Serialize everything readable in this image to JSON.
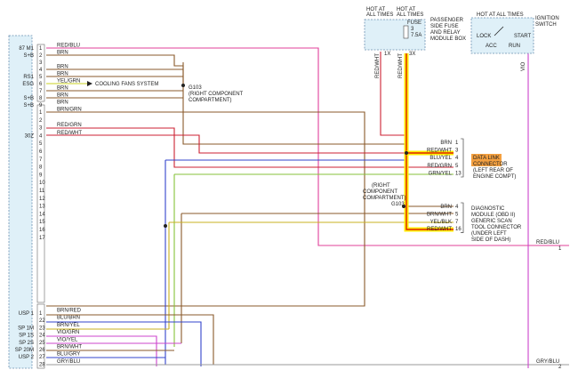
{
  "connector": {
    "pins": [
      {
        "num": "1",
        "label": "87 M1",
        "wire": "RED/BLU"
      },
      {
        "num": "2",
        "label": "S+B",
        "wire": "BRN"
      },
      {
        "num": "3",
        "label": "",
        "wire": ""
      },
      {
        "num": "4",
        "label": "",
        "wire": "BRN"
      },
      {
        "num": "5",
        "label": "RS1",
        "wire": "BRN"
      },
      {
        "num": "6",
        "label": "ESG",
        "wire": "YEL/GRN"
      },
      {
        "num": "7",
        "label": "",
        "wire": "BRN"
      },
      {
        "num": "8",
        "label": "S+B",
        "wire": "BRN"
      },
      {
        "num": "9",
        "label": "S+B",
        "wire": "BRN"
      },
      {
        "num": "1",
        "label": "",
        "wire": "BRN/GRN"
      },
      {
        "num": "2",
        "label": "",
        "wire": ""
      },
      {
        "num": "3",
        "label": "",
        "wire": "RED/GRN"
      },
      {
        "num": "4",
        "label": "30Z",
        "wire": "RED/WHT"
      },
      {
        "num": "5",
        "label": "",
        "wire": ""
      },
      {
        "num": "6",
        "label": "",
        "wire": ""
      },
      {
        "num": "7",
        "label": "",
        "wire": ""
      },
      {
        "num": "8",
        "label": "",
        "wire": ""
      },
      {
        "num": "9",
        "label": "",
        "wire": ""
      },
      {
        "num": "10",
        "label": "",
        "wire": ""
      },
      {
        "num": "11",
        "label": "",
        "wire": ""
      },
      {
        "num": "12",
        "label": "",
        "wire": ""
      },
      {
        "num": "13",
        "label": "",
        "wire": ""
      },
      {
        "num": "14",
        "label": "",
        "wire": ""
      },
      {
        "num": "15",
        "label": "",
        "wire": ""
      },
      {
        "num": "16",
        "label": "",
        "wire": ""
      },
      {
        "num": "17",
        "label": "",
        "wire": ""
      },
      {
        "num": "1",
        "label": "USP 1",
        "wire": "BRN/RED"
      },
      {
        "num": "22",
        "label": "",
        "wire": "BLU/BRN"
      },
      {
        "num": "23",
        "label": "SP 1M",
        "wire": "BRN/YEL"
      },
      {
        "num": "24",
        "label": "SP 1S",
        "wire": "VIO/GRN"
      },
      {
        "num": "25",
        "label": "SP 2S",
        "wire": "VIO/YEL"
      },
      {
        "num": "26",
        "label": "SP 20M",
        "wire": "BRN/WHT"
      },
      {
        "num": "27",
        "label": "USP 2",
        "wire": "BLU/GRY"
      },
      {
        "num": "28",
        "label": "",
        "wire": "GRY/BLU"
      }
    ]
  },
  "cooling_fans_label": "COOLING FANS SYSTEM",
  "g103_top": {
    "title": "G103",
    "sub1": "(RIGHT COMPONENT",
    "sub2": "COMPARTMENT)"
  },
  "g103_mid": {
    "l1": "(RIGHT",
    "l2": "COMPONENT",
    "l3": "COMPARTMENT)",
    "l4": "G103"
  },
  "fuse_box": {
    "hot1": "HOT AT",
    "hot2": "ALL TIMES",
    "hot3": "HOT AT",
    "hot4": "ALL TIMES",
    "fuse": "FUSE",
    "fuse_num": "3",
    "fuse_amp": "7.5A",
    "desc1": "PASSENGER",
    "desc2": "SIDE FUSE",
    "desc3": "AND RELAY",
    "desc4": "MODULE BOX",
    "pin_a": "1X",
    "pin_b": "3X"
  },
  "ignition": {
    "hot": "HOT AT ALL TIMES",
    "title1": "IGNITION",
    "title2": "SWITCH",
    "lock": "LOCK",
    "acc": "ACC",
    "start": "START",
    "run": "RUN"
  },
  "vertical_labels": {
    "red_wht": "RED/WHT",
    "red_wht_yel": "RED/WHT",
    "vio": "VIO"
  },
  "dlc": {
    "wires": [
      {
        "color": "BRN",
        "pin": "1"
      },
      {
        "color": "RED/WHT",
        "pin": "3"
      },
      {
        "color": "BLU/YEL",
        "pin": "4"
      },
      {
        "color": "RED/GRN",
        "pin": "5"
      },
      {
        "color": "GRN/YEL",
        "pin": "13"
      }
    ],
    "title1": "DATA LINK",
    "title2": "CONNECTOR",
    "sub1": "(LEFT REAR OF",
    "sub2": "ENGINE COMPT)"
  },
  "diag": {
    "wires": [
      {
        "color": "BRN",
        "pin": "4"
      },
      {
        "color": "BRN/WHT",
        "pin": "5"
      },
      {
        "color": "YEL/BLK",
        "pin": "7"
      },
      {
        "color": "RED/WHT",
        "pin": "16"
      }
    ],
    "l1": "DIAGNOSTIC",
    "l2": "MODULE (OBD II)",
    "l3": "GENERIC SCAN",
    "l4": "TOOL CONNECTOR",
    "l5": "(UNDER LEFT",
    "l6": "SIDE OF DASH)"
  },
  "right_out": {
    "red_blu": "RED/BLU",
    "red_blu_pin": "1",
    "gry_blu": "GRY/BLU",
    "gry_blu_pin": "2"
  },
  "colors": {
    "brn": "#8a5a2b",
    "red": "#cc2233",
    "pink": "#e0409a",
    "blue": "#3344cc",
    "yelgrn": "#c8d020",
    "grnyel": "#86c23a",
    "vio": "#cc44cc",
    "gry": "#999999",
    "hl_yel": "#ffee00",
    "hl_red": "#dd2200"
  }
}
